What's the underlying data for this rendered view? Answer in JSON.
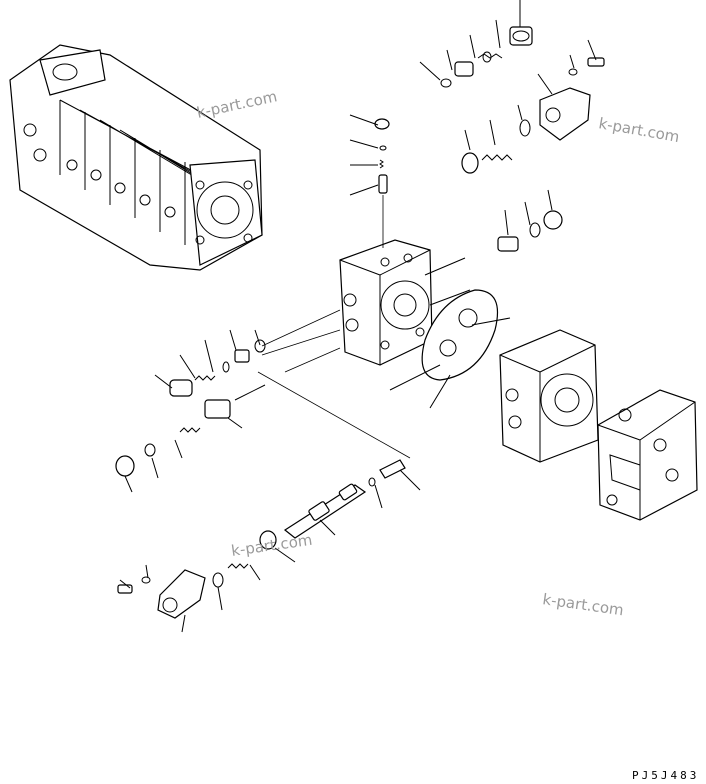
{
  "watermarks": [
    "k-part.com",
    "k-part.com",
    "k-part.com",
    "k-part.com"
  ],
  "drawing_code": "PJ5J483",
  "colors": {
    "line": "#000000",
    "watermark": "#9a9a9a",
    "background": "#ffffff"
  }
}
